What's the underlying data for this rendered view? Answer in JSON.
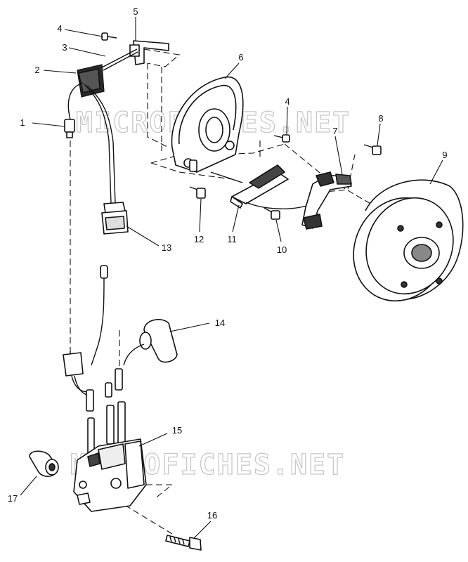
{
  "watermark": {
    "text": "MICROFICHES.NET"
  },
  "callouts": [
    "1",
    "2",
    "3",
    "4",
    "4",
    "5",
    "6",
    "7",
    "8",
    "9",
    "10",
    "11",
    "12",
    "13",
    "14",
    "15",
    "16",
    "17"
  ]
}
